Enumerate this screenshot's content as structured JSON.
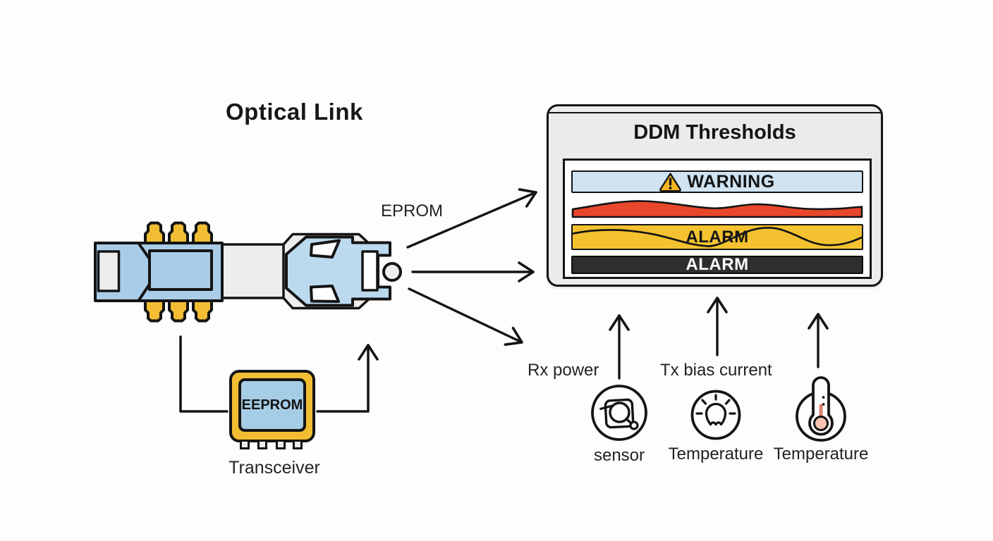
{
  "title": "Optical Link",
  "transceiver": {
    "eprom_label": "EPROM",
    "chip_label": "EEPROM",
    "caption": "Transceiver"
  },
  "ddm_panel": {
    "title": "DDM Thresholds",
    "warning_label": "WARNING",
    "alarm_yellow_label": "ALARM",
    "alarm_dark_label": "ALARM"
  },
  "measurements": {
    "rx_power": "Rx power",
    "tx_bias_current": "Tx bias current"
  },
  "sensors": [
    {
      "icon": "image-sensor-icon",
      "label": "sensor"
    },
    {
      "icon": "bulb-temperature-icon",
      "label": "Temperature"
    },
    {
      "icon": "thermometer-icon",
      "label": "Temperature"
    }
  ],
  "colors": {
    "warning_blue": "#cfe3f2",
    "alarm_yellow": "#f4c230",
    "alert_red": "#e8472b",
    "alarm_dark": "#2e2e2e",
    "panel_gray": "#ebebeb",
    "module_blue": "#a9cde9",
    "connector_blue": "#bcdaee",
    "chip_blue": "#a6cde6",
    "pin_yellow": "#f2bd33",
    "outline": "#141414"
  }
}
